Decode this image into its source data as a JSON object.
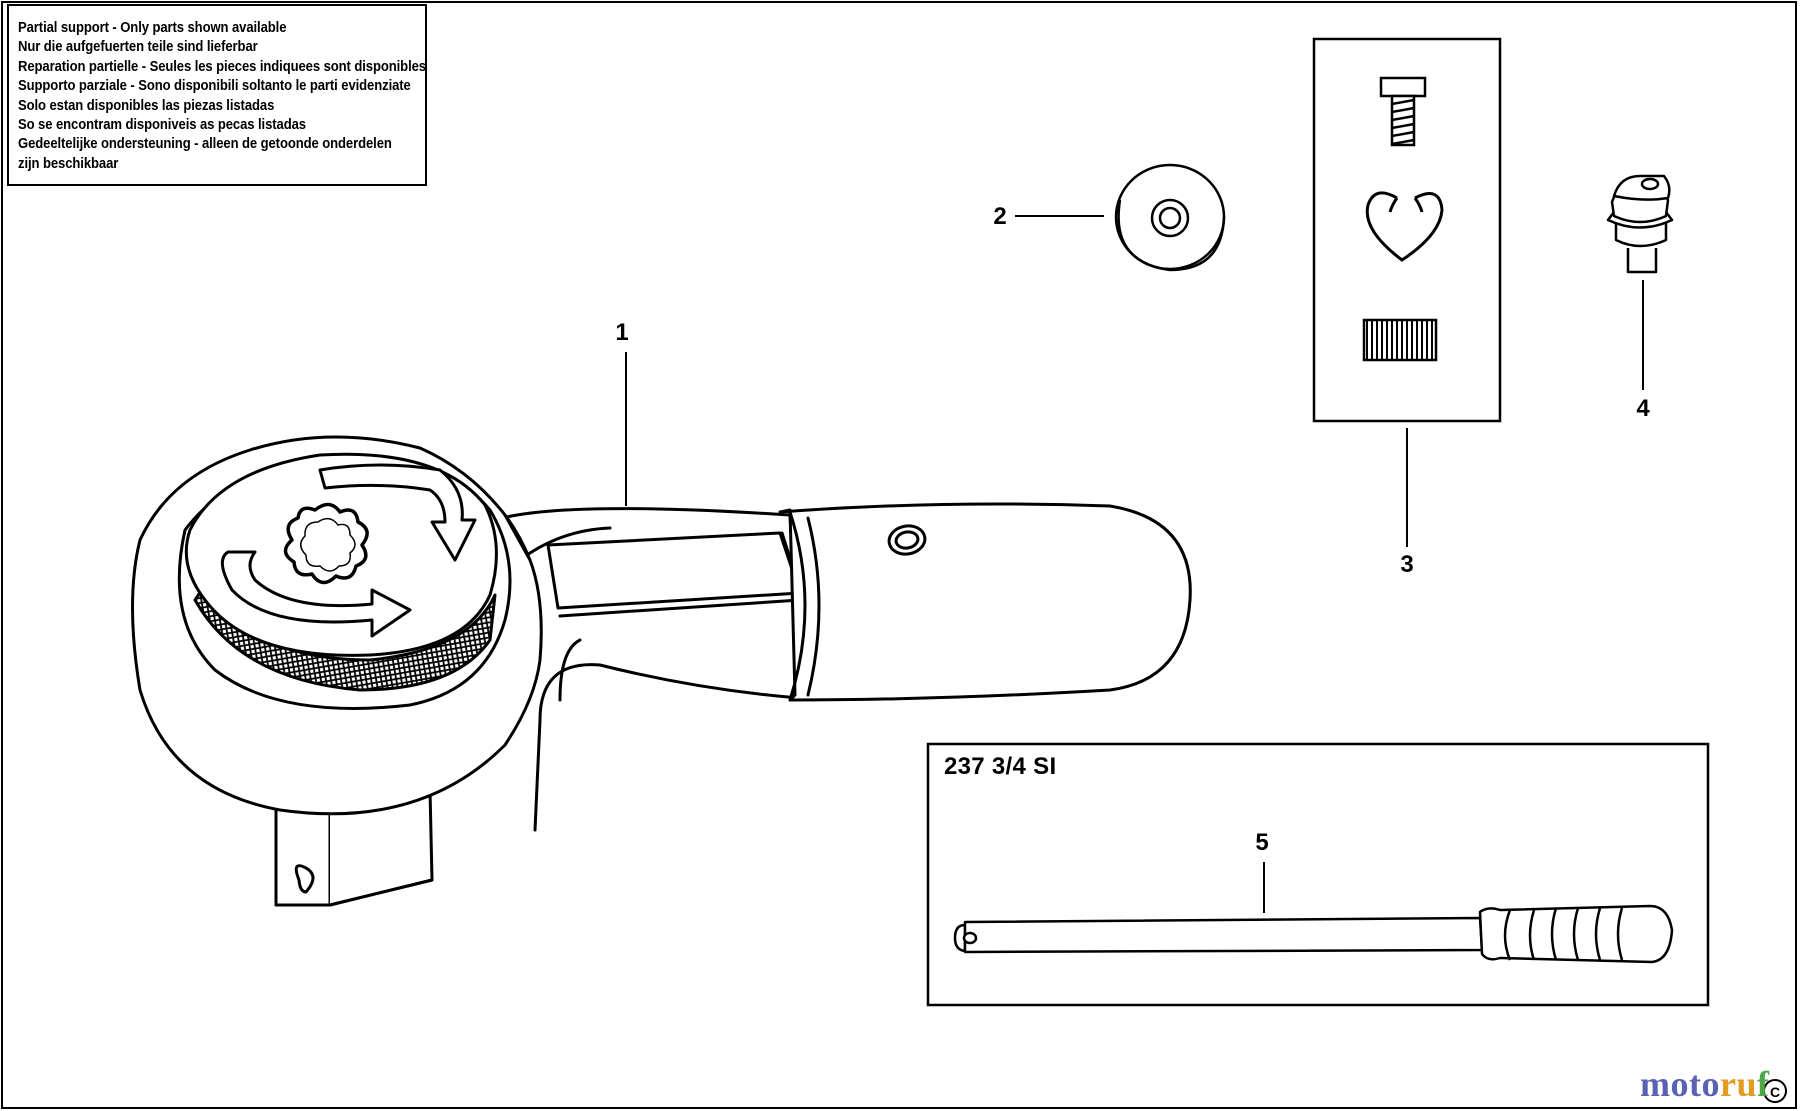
{
  "notice": {
    "lines": [
      "Partial support - Only parts shown available",
      "Nur die aufgefuerten teile sind lieferbar",
      "Reparation partielle - Seules les pieces indiquees sont disponibles",
      "Supporto parziale - Sono disponibili soltanto le parti evidenziate",
      "Solo estan disponibles las piezas listadas",
      "So se encontram disponiveis as pecas listadas",
      "Gedeeltelijke ondersteuning - alleen de getoonde onderdelen",
      "zijn beschikbaar"
    ]
  },
  "callouts": {
    "part1": "1",
    "part2": "2",
    "part3": "3",
    "part4": "4",
    "part5": "5"
  },
  "accessory_box": {
    "title": "237 3/4 SI"
  },
  "watermark": {
    "part1": "moto",
    "part2": "ru",
    "part3": "f",
    "colors": [
      "#5a63b3",
      "#e39b22",
      "#4ea84a"
    ]
  },
  "icons": [
    "ratchet-wrench-icon",
    "washer-icon",
    "screw-icon",
    "spring-clip-icon",
    "knurled-pin-icon",
    "drive-square-icon",
    "extension-bar-icon"
  ]
}
